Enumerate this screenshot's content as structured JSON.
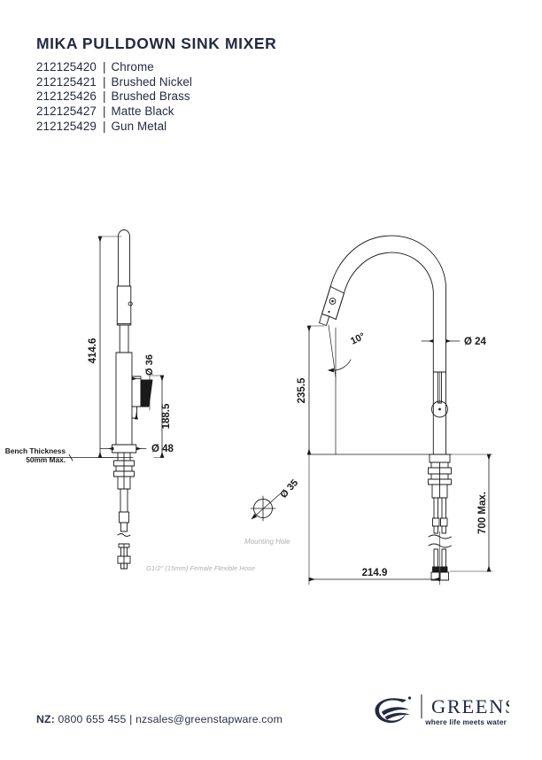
{
  "document": {
    "title": "MIKA PULLDOWN SINK MIXER"
  },
  "product_codes": [
    {
      "sku": "212125420",
      "separator": "|",
      "finish": "Chrome"
    },
    {
      "sku": "212125421",
      "separator": "|",
      "finish": "Brushed Nickel"
    },
    {
      "sku": "212125426",
      "separator": "|",
      "finish": "Brushed Brass"
    },
    {
      "sku": "212125427",
      "separator": "|",
      "finish": "Matte Black"
    },
    {
      "sku": "212125429",
      "separator": "|",
      "finish": "Gun Metal"
    }
  ],
  "drawing": {
    "front_view": {
      "dimensions": {
        "overall_height": "414.6",
        "spout_diameter": "Ø 36",
        "handle_height": "188.5",
        "base_diameter": "Ø 48"
      },
      "notes": {
        "bench_line1": "Bench Thickness",
        "bench_line2": "50mm Max.",
        "hose": "G1/2\" (15mm) Female Flexible Hose"
      }
    },
    "side_view": {
      "dimensions": {
        "spout_height": "235.5",
        "spray_angle": "10°",
        "tube_diameter": "Ø 24",
        "spout_reach": "214.9",
        "hose_length": "700  Max."
      }
    },
    "mounting_hole": {
      "diameter": "Ø 35",
      "label": "Mounting Hole"
    }
  },
  "footer": {
    "region_label": "NZ:",
    "phone": "0800 655 455",
    "separator": "|",
    "email": "nzsales@greenstapware.com",
    "brand": "GREENS",
    "tagline": "where life meets water",
    "logo_icon": "greens-swirl-logo-icon"
  },
  "colors": {
    "brand_navy": "#232a42",
    "line": "#1a1a1a",
    "muted": "#b8b8b8"
  }
}
